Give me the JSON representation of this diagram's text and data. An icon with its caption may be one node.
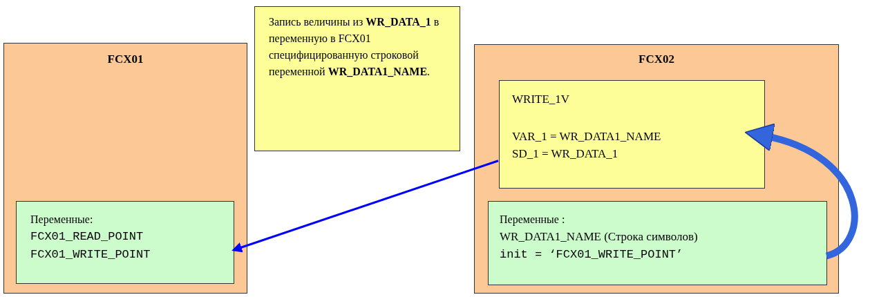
{
  "diagram": {
    "nodes": [
      {
        "text": [
          "FCX01"
        ]
      },
      {
        "text": [
          "Переменные:",
          "FCX01_READ_POINT",
          "FCX01_WRITE_POINT"
        ],
        "in": 0
      },
      {
        "text": [
          "Запись величины из **WR_DATA_1** в переменную в FCX01 специфицированную строковой переменной **WR_DATA1_NAME**."
        ]
      },
      {
        "text": [
          "FCX02"
        ]
      },
      {
        "text": [
          "WRITE_1V",
          "VAR_1 = WR_DATA1_NAME",
          "SD_1 = WR_DATA_1"
        ],
        "in": 3
      },
      {
        "text": [
          "Переменные :",
          "WR_DATA1_NAME (Строка символов)",
          "init = ‘FCX01_WRITE_POINT’"
        ],
        "in": 3
      }
    ],
    "edges": [
      {
        "from": 4,
        "to": 1,
        "arrow": "to"
      },
      {
        "from": 5,
        "to": 4,
        "arrow": "to",
        "style": "thick",
        "color": "#3366dd"
      }
    ]
  }
}
